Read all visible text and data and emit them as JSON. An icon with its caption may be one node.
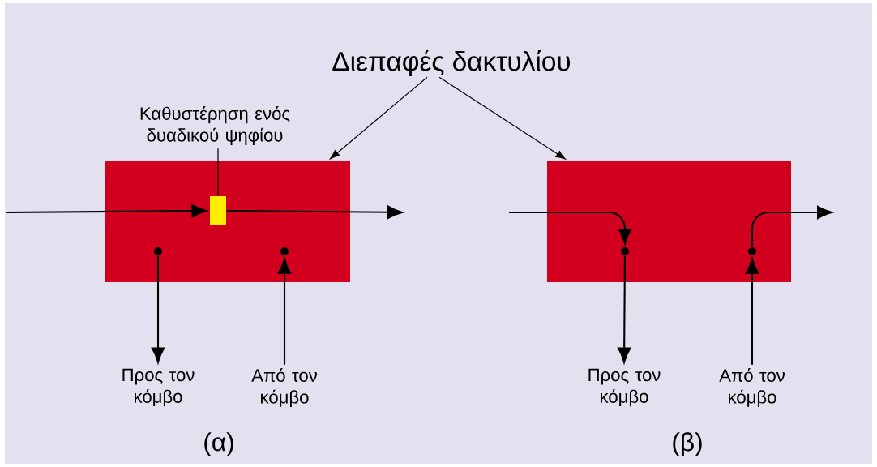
{
  "diagram": {
    "nodes": [
      {
        "text": [
          "Διεπαφές δακτυλίου"
        ]
      },
      {
        "text": [],
        "shape": "box"
      },
      {
        "text": [],
        "shape": "box"
      },
      {
        "text": [
          "Καθυστέρηση ενός δυαδικού ψηφίου"
        ]
      },
      {
        "text": [],
        "shape": "box",
        "in": 1
      },
      {
        "text": [],
        "shape": "circle",
        "in": 1
      },
      {
        "text": [],
        "shape": "circle",
        "in": 1
      },
      {
        "text": [],
        "shape": "circle",
        "in": 2
      },
      {
        "text": [],
        "shape": "circle",
        "in": 2
      },
      {
        "text": [
          "Προς τον κόμβο"
        ]
      },
      {
        "text": [
          "Από τον κόμβο"
        ]
      },
      {
        "text": [
          "Προς τον κόμβο"
        ]
      },
      {
        "text": [
          "Από τον κόμβο"
        ]
      }
    ],
    "edges": [
      {
        "from": 0,
        "to": 1,
        "arrow": "to"
      },
      {
        "from": 0,
        "to": 2,
        "arrow": "to"
      },
      {
        "from": 3,
        "to": 4,
        "arrow": "none"
      },
      {
        "from": null,
        "to": 4,
        "arrow": "to"
      },
      {
        "from": 4,
        "to": null,
        "arrow": "to"
      },
      {
        "from": 5,
        "to": 9,
        "arrow": "to"
      },
      {
        "from": 10,
        "to": 6,
        "arrow": "to"
      },
      {
        "from": null,
        "to": 7,
        "arrow": "to"
      },
      {
        "from": 7,
        "to": 11,
        "arrow": "to"
      },
      {
        "from": 12,
        "to": 8,
        "arrow": "to"
      },
      {
        "from": 8,
        "to": null,
        "arrow": "to"
      }
    ],
    "labels": [
      "(α)",
      "(β)"
    ]
  }
}
